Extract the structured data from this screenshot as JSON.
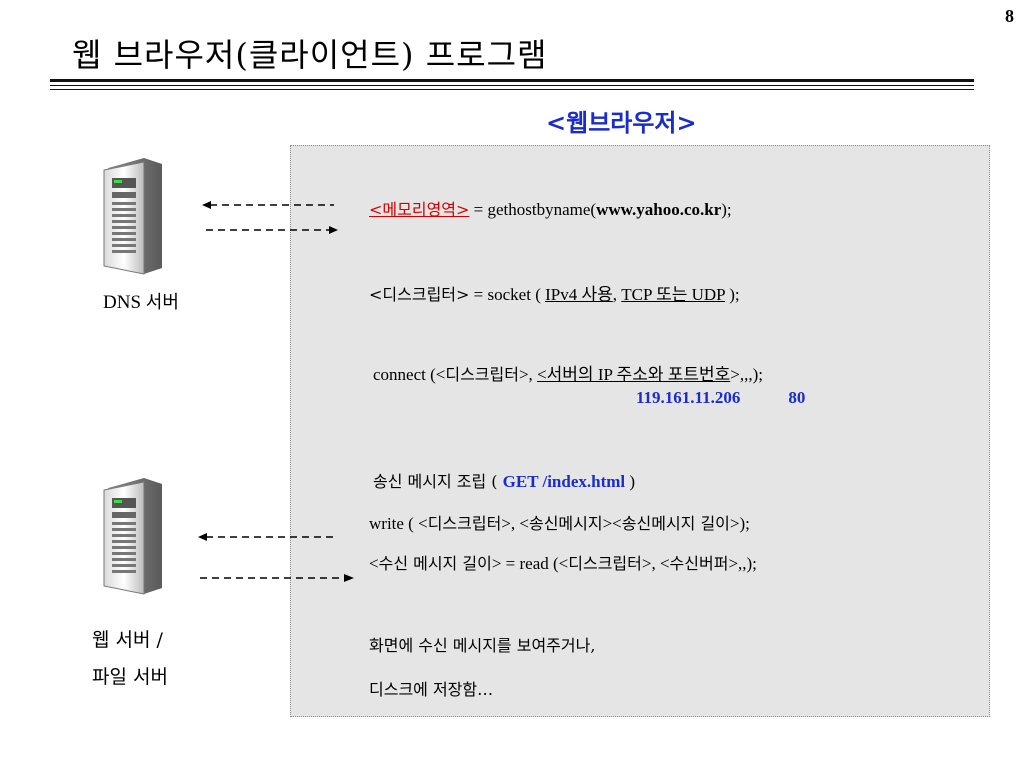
{
  "page_number": "8",
  "title": "웹 브라우저(클라이언트) 프로그램",
  "browser_label": "<웹브라우저>",
  "servers": {
    "dns": {
      "name": "DNS",
      "suffix": "서버"
    },
    "web_line1": "웹 서버 /",
    "web_line2": "파일 서버"
  },
  "code": {
    "l1": {
      "mem": "<메모리영역>",
      "eq": " = gethostbyname(",
      "host": "www.yahoo.co.kr",
      "end": ");"
    },
    "l2": {
      "desc": "<디스크립터>",
      "eq": " = socket (  ",
      "ipv": "IPv4 사용",
      "comma": ", ",
      "proto": "TCP 또는 UDP",
      "end": "   );"
    },
    "l3": {
      "pre": "connect (<",
      "desc": "디스크립터",
      "mid": ">, ",
      "addr": "<서버의 IP 주소와 포트번호",
      "end": ">,,,);"
    },
    "values": {
      "ip": "119.161.11.206",
      "port": "80"
    },
    "l4": {
      "pre": "송신 메시지 조립 ( ",
      "method": "GET   /index.html",
      "end": " )"
    },
    "l5": {
      "pre": "write ( <",
      "desc": "디스크립터",
      "mid": ">, <",
      "msg": "송신메시지",
      "mid2": "><",
      "len": "송신메시지 길이",
      "end": ">);"
    },
    "l6": {
      "pre": "<",
      "len": "수신 메시지 길이",
      "eq": "> = read (<",
      "desc": "디스크립터",
      "mid": ">, <",
      "buf": "수신버퍼",
      "end": ">,,);"
    },
    "l7": "화면에 수신 메시지를 보여주거나,",
    "l8": "디스크에 저장함…"
  },
  "colors": {
    "link_red": "#d40000",
    "accent_blue": "#1a2ccc",
    "panel_bg": "#e5e5e5"
  },
  "icons": [
    "server-tower-icon",
    "arrow-left-icon",
    "arrow-right-icon"
  ]
}
